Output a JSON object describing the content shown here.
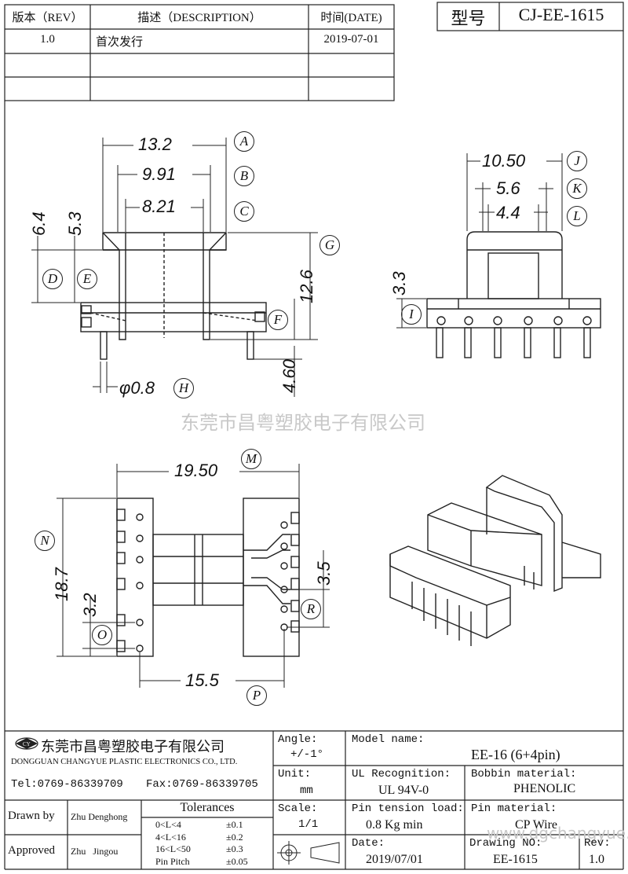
{
  "revision_table": {
    "headers": {
      "rev": "版本（REV）",
      "desc": "描述（DESCRIPTION）",
      "date": "时间(DATE)"
    },
    "rows": [
      {
        "rev": "1.0",
        "desc": "首次发行",
        "date": "2019-07-01"
      }
    ]
  },
  "model_box": {
    "label": "型号",
    "value": "CJ-EE-1615"
  },
  "watermark_center": "东莞市昌粤塑胶电子有限公司",
  "watermark_bottom": "www.dgchangyue.net",
  "front_view": {
    "dims": {
      "a": "13.2",
      "b": "9.91",
      "c": "8.21",
      "d": "6.4",
      "e": "5.3",
      "g": "12.6",
      "f": "4.60",
      "h": "φ0.8"
    },
    "tags": {
      "a": "A",
      "b": "B",
      "c": "C",
      "d": "D",
      "e": "E",
      "f": "F",
      "g": "G",
      "h": "H"
    }
  },
  "side_view": {
    "dims": {
      "j": "10.50",
      "k": "5.6",
      "l": "4.4",
      "i": "3.3"
    },
    "tags": {
      "j": "J",
      "k": "K",
      "l": "L",
      "i": "I"
    }
  },
  "bottom_view": {
    "dims": {
      "m": "19.50",
      "n": "18.7",
      "o": "3.2",
      "r": "3.5",
      "p": "15.5"
    },
    "tags": {
      "m": "M",
      "n": "N",
      "o": "O",
      "r": "R",
      "p": "P"
    }
  },
  "title_block": {
    "company_cn": "东莞市昌粤塑胶电子有限公司",
    "company_en": "DONGGUAN CHANGYUE PLASTIC ELECTRONICS CO., LTD.",
    "tel": "Tel:0769-86339709",
    "fax": "Fax:0769-86339705",
    "angle_label": "Angle:",
    "angle_value": "+/-1°",
    "unit_label": "Unit:",
    "unit_value": "mm",
    "scale_label": "Scale:",
    "scale_value": "1/1",
    "model_name_label": "Model name:",
    "model_name_value": "EE-16 (6+4pin)",
    "ul_label": "UL Recognition:",
    "ul_value": "UL 94V-0",
    "bobbin_label": "Bobbin material:",
    "bobbin_value": "PHENOLIC",
    "pin_tension_label": "Pin tension load:",
    "pin_tension_value": "0.8 Kg min",
    "pin_material_label": "Pin material:",
    "pin_material_value": "CP Wire",
    "date_label": "Date:",
    "date_value": "2019/07/01",
    "drawing_no_label": "Drawing NO:",
    "drawing_no_value": "EE-1615",
    "rev_label": "Rev:",
    "rev_value": "1.0",
    "drawn_by_label": "Drawn by",
    "drawn_by_value": "Zhu Denghong",
    "approved_label": "Approved",
    "approved_value": "Zhu   Jingou",
    "tolerances_title": "Tolerances",
    "tolerances": [
      {
        "range": "0<L<4",
        "value": "±0.1"
      },
      {
        "range": "4<L<16",
        "value": "±0.2"
      },
      {
        "range": "16<L<50",
        "value": "±0.3"
      },
      {
        "range": "Pin Pitch",
        "value": "±0.05"
      }
    ]
  }
}
